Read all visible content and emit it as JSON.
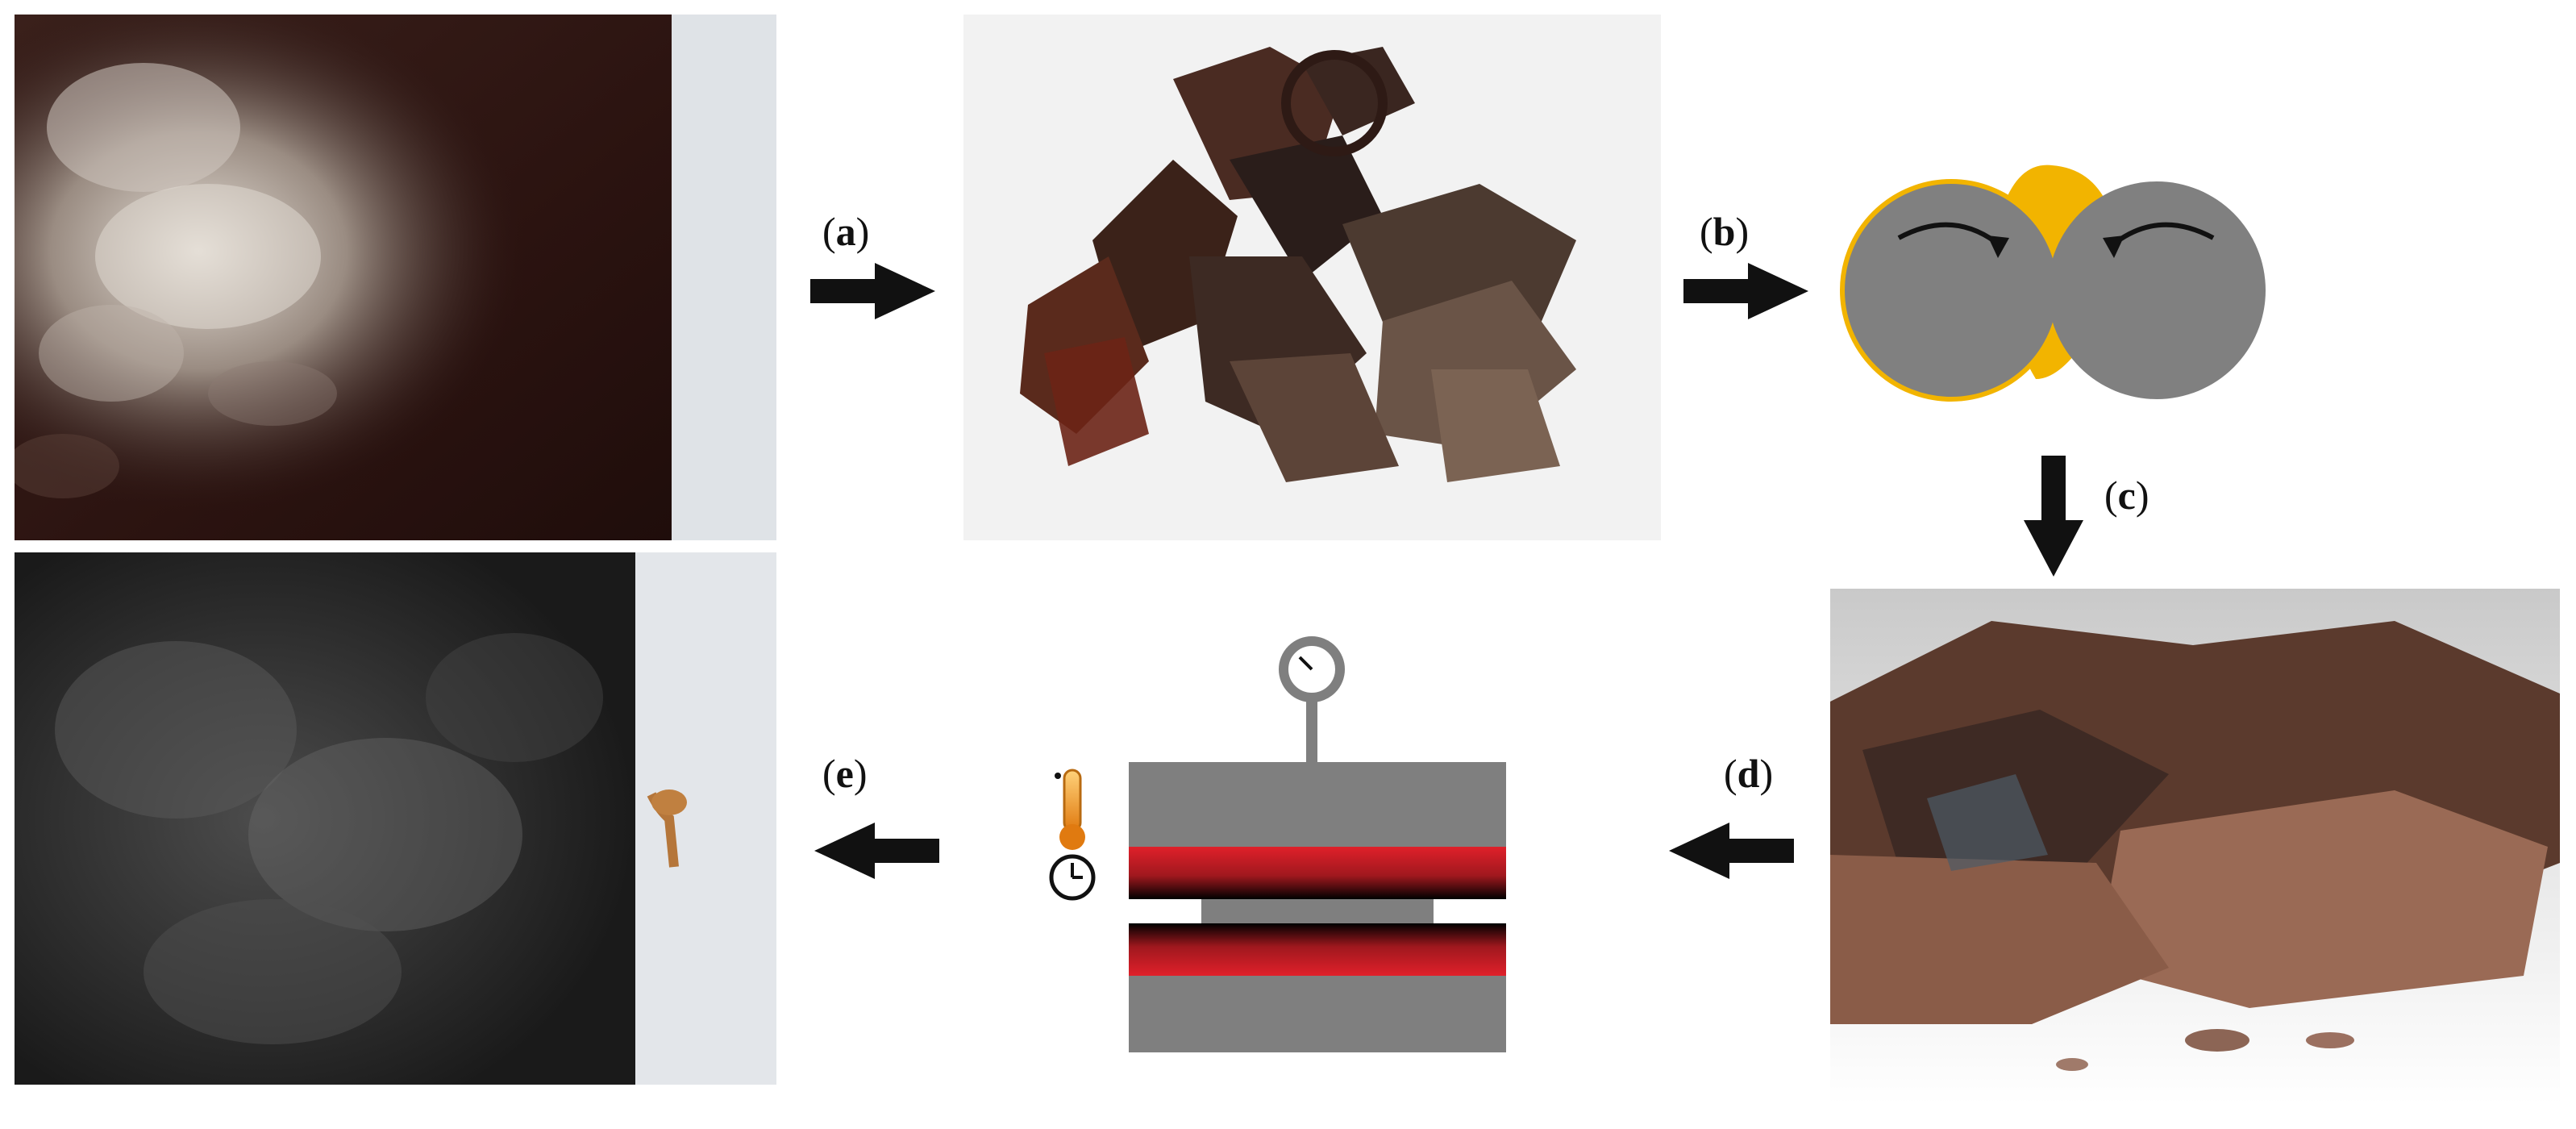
{
  "steps": [
    {
      "id": "a",
      "label": "a"
    },
    {
      "id": "b",
      "label": "b"
    },
    {
      "id": "c",
      "label": "c"
    },
    {
      "id": "d",
      "label": "d"
    },
    {
      "id": "e",
      "label": "e"
    }
  ],
  "colors": {
    "arrow": "#111111",
    "roller_gray": "#808080",
    "melt_yellow": "#f2b400",
    "press_gray": "#7f7f7f",
    "heater_red": "#e0202a"
  },
  "icons": [
    "rotation-arrow-icon",
    "pressure-gauge-icon",
    "thermometer-icon",
    "clock-icon"
  ]
}
